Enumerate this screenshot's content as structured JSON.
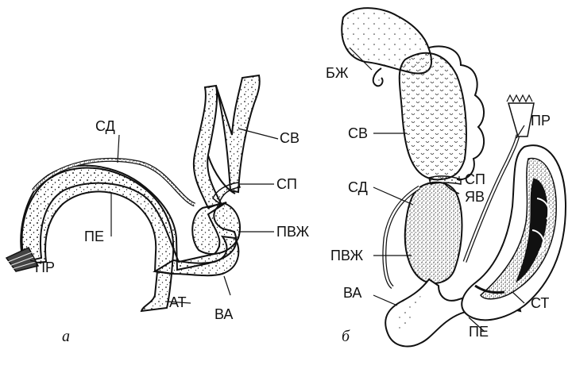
{
  "panels": [
    {
      "id": "a",
      "caption": "а",
      "labels": {
        "sd": "СД",
        "sv": "СВ",
        "sp": "СП",
        "pvzh": "ПВЖ",
        "pe": "ПЕ",
        "pr": "ПР",
        "at": "АТ",
        "va": "ВА"
      }
    },
    {
      "id": "b",
      "caption": "б",
      "labels": {
        "bzh": "БЖ",
        "sv": "СВ",
        "sp": "СП",
        "yav": "ЯВ",
        "sd": "СД",
        "pr": "ПР",
        "pvzh": "ПВЖ",
        "va": "ВА",
        "st": "СТ",
        "pe": "ПЕ"
      }
    }
  ]
}
